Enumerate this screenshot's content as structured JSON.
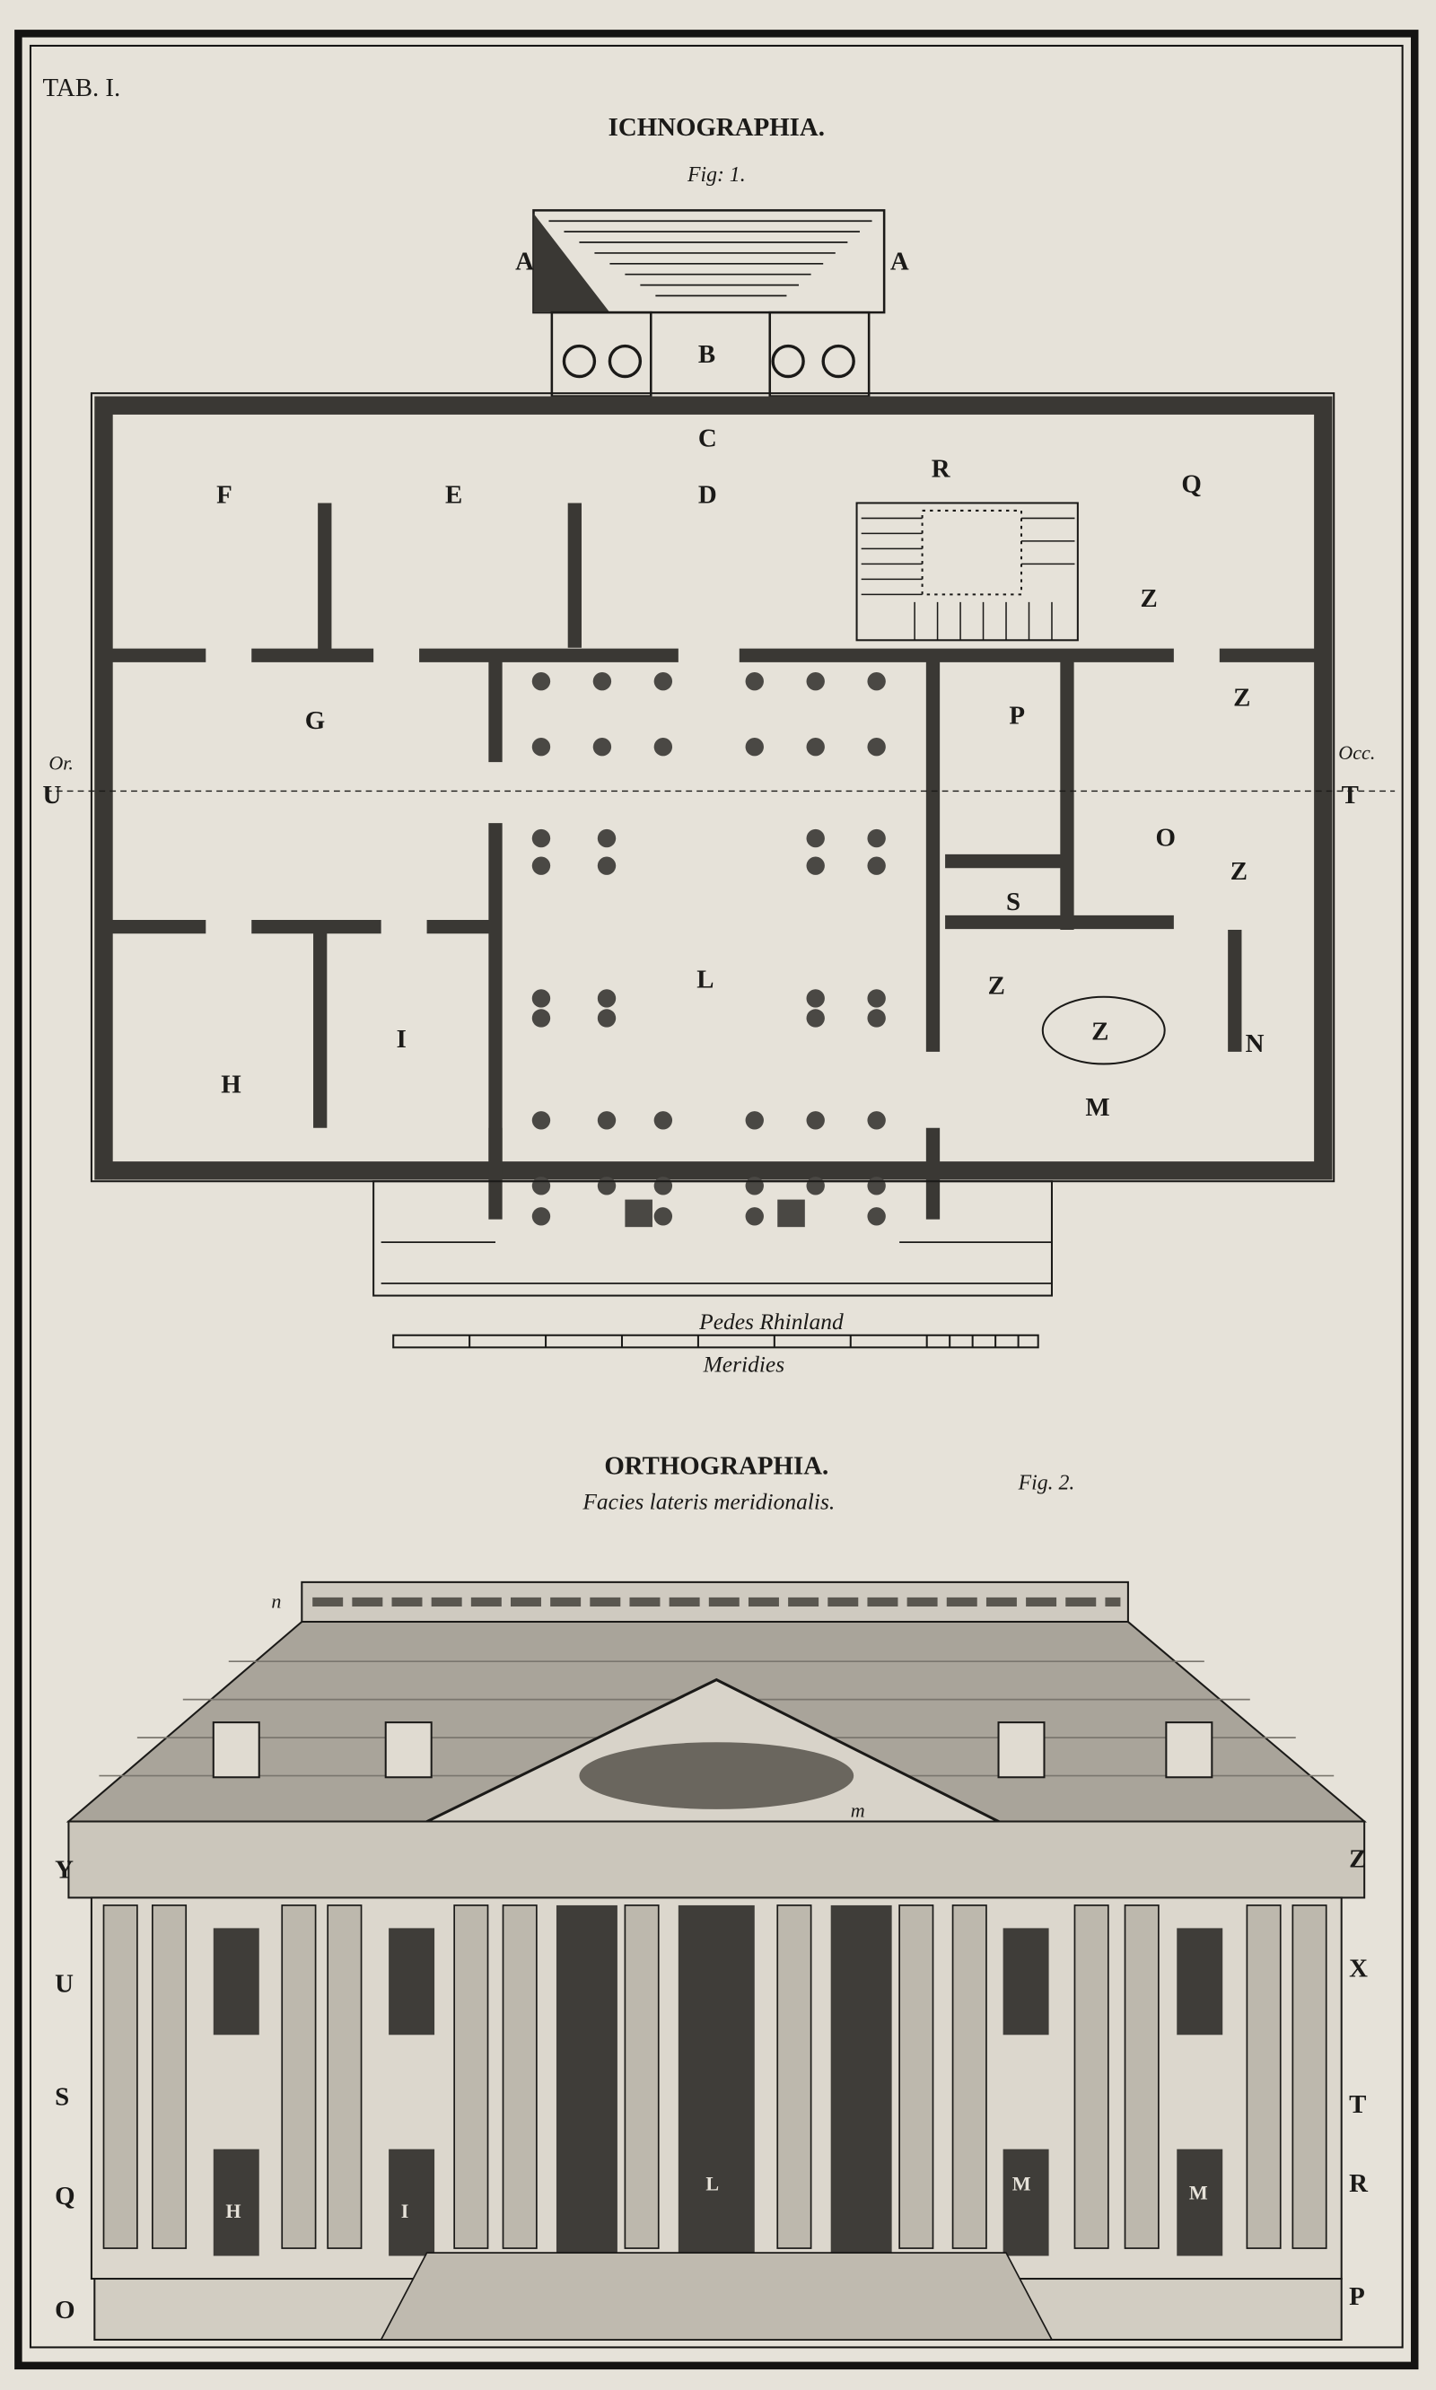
{
  "plate": {
    "tab_label": "TAB. I.",
    "colors": {
      "paper": "#e6e2d9",
      "ink": "#1b1a18",
      "border": "#141312"
    }
  },
  "fig1": {
    "title": "ICHNOGRAPHIA.",
    "fig_label": "Fig: 1.",
    "west_label": "Or.",
    "east_label": "Occ.",
    "scale_title": "Pedes Rhinland",
    "orientation_label": "Meridies",
    "rooms": [
      "A",
      "A",
      "B",
      "C",
      "D",
      "E",
      "F",
      "G",
      "H",
      "I",
      "L",
      "M",
      "N",
      "O",
      "P",
      "Q",
      "R",
      "S",
      "Z",
      "Z",
      "Z",
      "Z",
      "Z",
      "U",
      "T"
    ]
  },
  "fig2": {
    "title": "ORTHOGRAPHIA.",
    "subtitle": "Facies lateris meridionalis.",
    "fig_label": "Fig. 2.",
    "left_letters": [
      "Y",
      "U",
      "S",
      "Q",
      "O"
    ],
    "right_letters": [
      "Z",
      "X",
      "T",
      "R",
      "P"
    ],
    "door_letters": [
      "H",
      "I",
      "L",
      "M",
      "M"
    ],
    "roof_letter": "n",
    "pediment_letter": "m"
  }
}
